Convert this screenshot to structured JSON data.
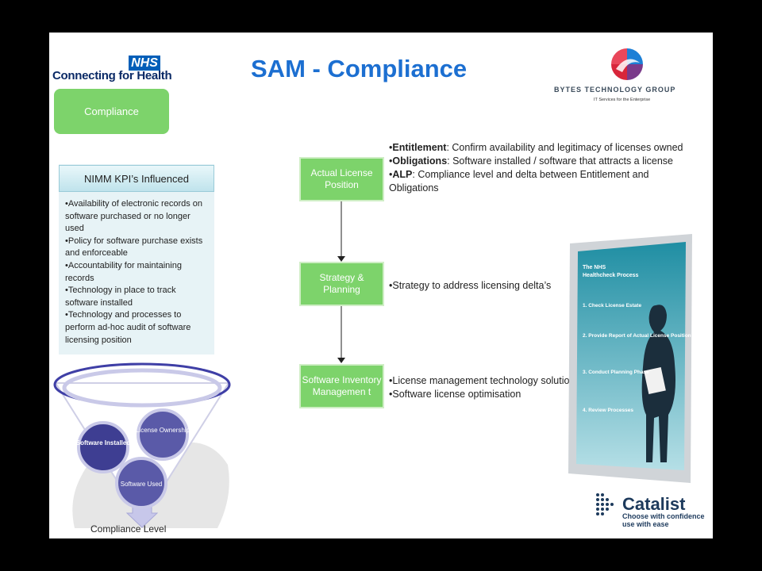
{
  "header": {
    "title": "SAM - Compliance",
    "nhs_badge": "NHS",
    "nhs_text": "Connecting for Health",
    "bytes_text": "BYTES TECHNOLOGY GROUP",
    "bytes_sub": "IT Services for the Enterprise"
  },
  "compliance_box": {
    "label": "Compliance"
  },
  "kpi": {
    "header": "NIMM KPI’s Influenced",
    "items": [
      "Availability of electronic records on software purchased or no longer used",
      "Policy for software purchase exists and enforceable",
      "Accountability for maintaining records",
      "Technology in place to track software installed",
      "Technology and processes to perform ad-hoc audit of software licensing position"
    ]
  },
  "funnel": {
    "software_installed": "Software Installed",
    "license_ownership": "License Ownership",
    "software_used": "Software Used",
    "compliance_level": "Compliance Level"
  },
  "flow": {
    "box1": "Actual License Position",
    "box2": "Strategy & Planning",
    "box3": "Software Inventory Managemen t"
  },
  "descriptions": {
    "entitlement_term": "Entitlement",
    "entitlement_text": ": Confirm availability and legitimacy of licenses owned",
    "obligations_term": "Obligations",
    "obligations_text": ": Software installed / software that attracts a license",
    "alp_term": "ALP",
    "alp_text": ": Compliance level and delta between Entitlement and Obligations",
    "strategy": "Strategy to address licensing delta’s",
    "tech": "License management technology solutions",
    "optimisation": "Software license optimisation"
  },
  "poster": {
    "title_line1": "The NHS",
    "title_line2": "Healthcheck Process",
    "step1_num": "1.",
    "step1": "Check License Estate",
    "step2_num": "2.",
    "step2": "Provide Report of Actual License Position",
    "step3_num": "3.",
    "step3": "Conduct Planning Phase",
    "step4_num": "4.",
    "step4": "Review Processes"
  },
  "catalist": {
    "name": "Catalist",
    "tagline_1": "Choose with confidence",
    "tagline_2": "use with ease"
  },
  "colors": {
    "title_blue": "#1c6fd1",
    "green": "#7dd36b",
    "funnel_purple": "#4b4ba0",
    "nhs_blue": "#005eb8"
  }
}
